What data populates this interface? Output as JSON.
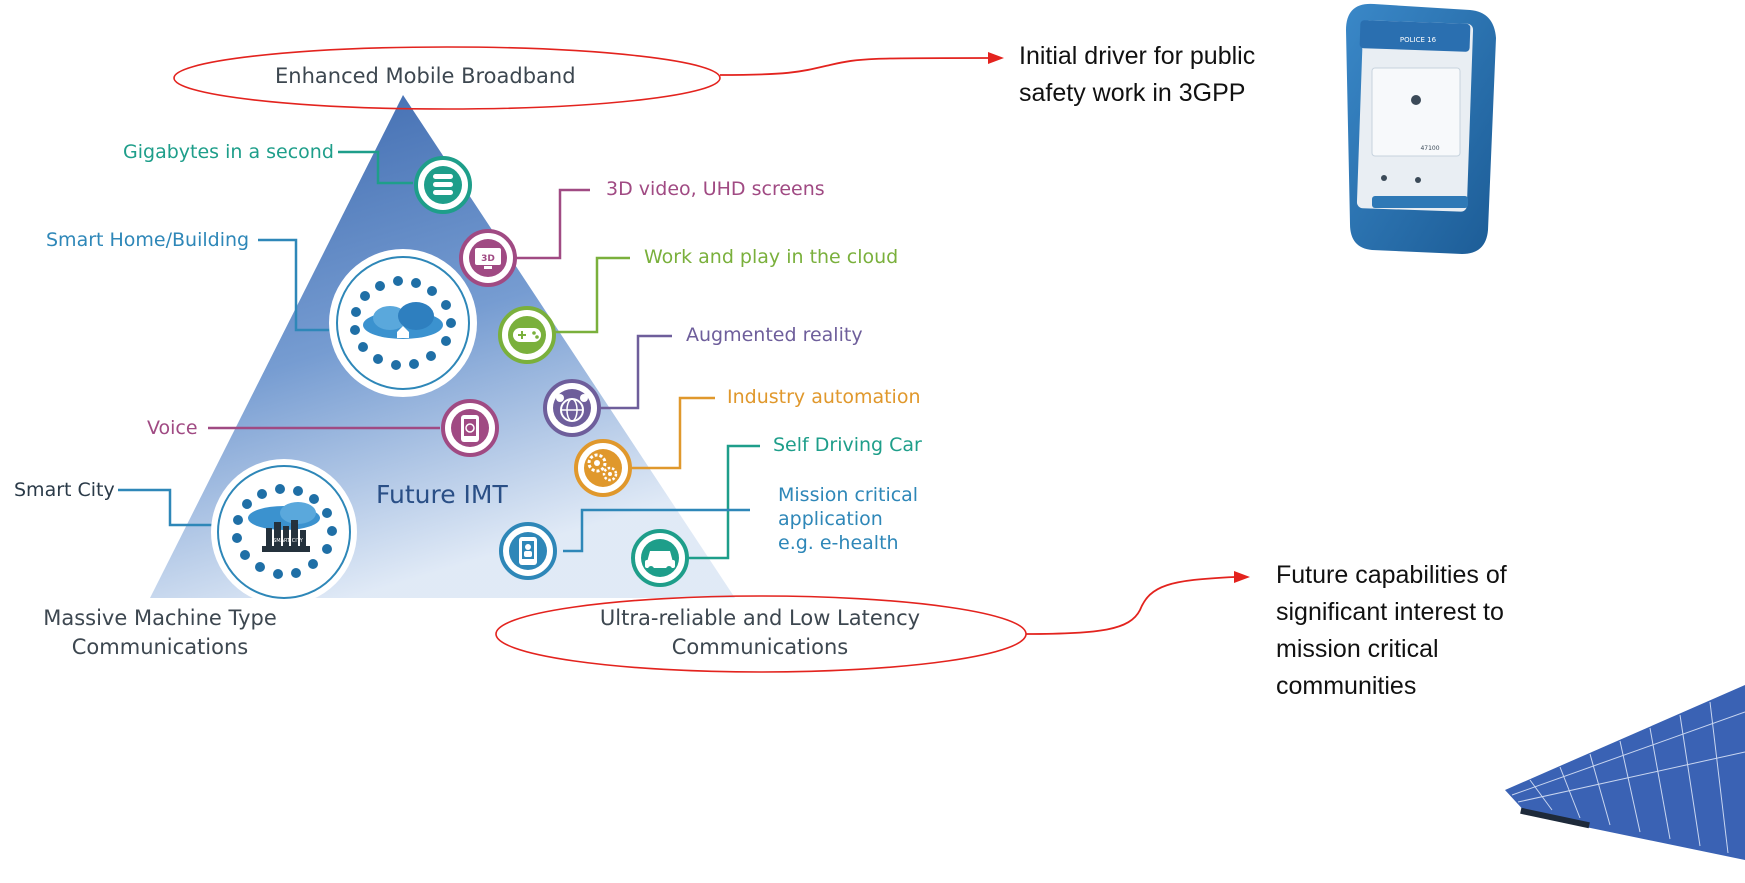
{
  "diagram": {
    "top_label": "Enhanced Mobile Broadband",
    "center_label": "Future IMT",
    "bottom_left_label": [
      "Massive Machine Type",
      "Communications"
    ],
    "bottom_right_label": [
      "Ultra-reliable and Low Latency",
      "Communications"
    ],
    "left_items": {
      "gigabytes": "Gigabytes in a second",
      "smart_home": "Smart Home/Building",
      "voice": "Voice",
      "smart_city": "Smart City"
    },
    "right_items": {
      "video": "3D video, UHD screens",
      "cloud": "Work and play in the cloud",
      "ar": "Augmented reality",
      "industry": "Industry automation",
      "car": "Self Driving Car",
      "mission": [
        "Mission critical",
        "application",
        "e.g. e-health"
      ]
    },
    "icons": {
      "video_badge": "3D",
      "city_badge": "SMART CITY"
    },
    "colors": {
      "teal": "#1e9e8a",
      "blue": "#2e87b8",
      "magenta": "#a04a83",
      "green": "#7ab03c",
      "purple": "#6e5e9b",
      "orange": "#e0982c",
      "annotation_red": "#e3231e"
    }
  },
  "notes": {
    "top": [
      "Initial driver for public",
      "safety work in 3GPP"
    ],
    "bottom": [
      "Future capabilities of",
      "significant interest to",
      "mission critical",
      "communities"
    ]
  },
  "device": {
    "header": "POLICE 16",
    "number": "47100"
  }
}
